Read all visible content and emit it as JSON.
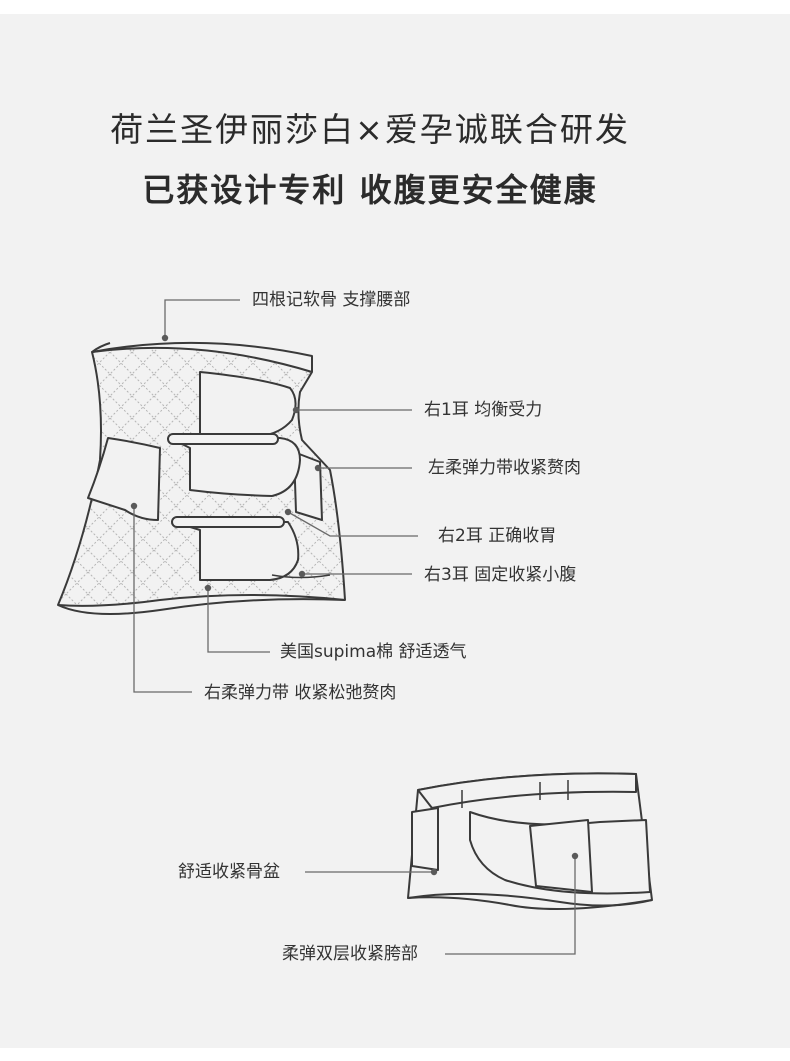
{
  "headline": {
    "line1": "荷兰圣伊丽莎白×爱孕诚联合研发",
    "line2": "已获设计专利 收腹更安全健康"
  },
  "belt_top": {
    "labels": {
      "stays": "四根记软骨 支撑腰部",
      "ear_right_1": "右1耳 均衡受力",
      "left_band": "左柔弹力带收紧赘肉",
      "ear_right_2": "右2耳 正确收胃",
      "ear_right_3": "右3耳 固定收紧小腹",
      "cotton": "美国supima棉 舒适透气",
      "right_band": "右柔弹力带 收紧松弛赘肉"
    }
  },
  "belt_bottom": {
    "labels": {
      "pelvis": "舒适收紧骨盆",
      "hip": "柔弹双层收紧胯部"
    }
  },
  "colors": {
    "background": "#f2f2f2",
    "line": "#3a3a3a",
    "quilt": "#b4b4b4",
    "text": "#2b2b2b"
  }
}
